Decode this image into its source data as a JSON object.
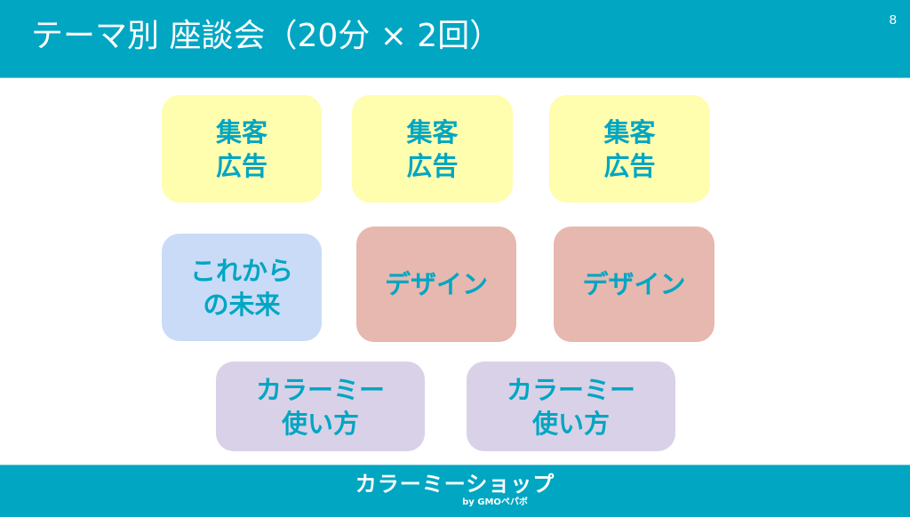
{
  "header": {
    "title": "テーマ別 座談会（20分 × 2回）",
    "page_number": "8"
  },
  "themes": {
    "row1": [
      {
        "label": "集客\n広告",
        "color": "#fffdae"
      },
      {
        "label": "集客\n広告",
        "color": "#fffdae"
      },
      {
        "label": "集客\n広告",
        "color": "#fffdae"
      }
    ],
    "row2": [
      {
        "label": "これから\nの未来",
        "color": "#c9dbf7"
      },
      {
        "label": "デザイン",
        "color": "#e6b8b0"
      },
      {
        "label": "デザイン",
        "color": "#e6b8b0"
      }
    ],
    "row3": [
      {
        "label": "カラーミー\n使い方",
        "color": "#d9d1e8"
      },
      {
        "label": "カラーミー\n使い方",
        "color": "#d9d1e8"
      }
    ]
  },
  "footer": {
    "logo_text": "カラーミーショップ",
    "logo_sub": "by GMOペパボ"
  },
  "colors": {
    "brand": "#00a6c2",
    "text_accent": "#00a6c2"
  }
}
